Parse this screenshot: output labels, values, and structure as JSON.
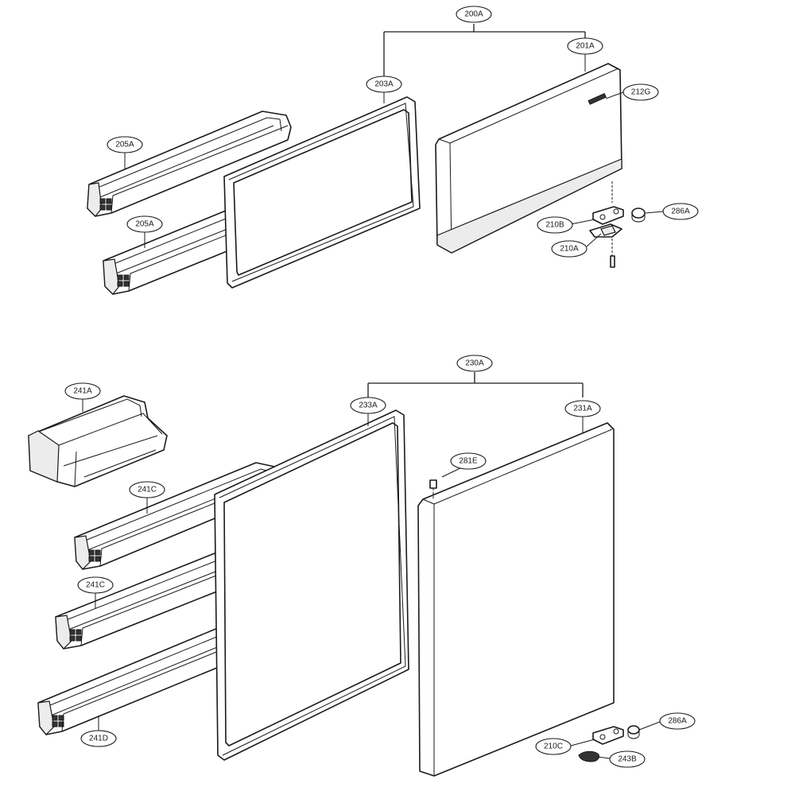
{
  "callouts": {
    "c200A": "200A",
    "c201A": "201A",
    "c203A": "203A",
    "c212G": "212G",
    "c205A_upper": "205A",
    "c205A_lower": "205A",
    "c210B": "210B",
    "c210A": "210A",
    "c286A_upper": "286A",
    "c230A": "230A",
    "c233A": "233A",
    "c231A": "231A",
    "c241A": "241A",
    "c281E": "281E",
    "c241C_upper": "241C",
    "c241C_lower": "241C",
    "c241D": "241D",
    "c286A_lower": "286A",
    "c210C": "210C",
    "c243B": "243B"
  }
}
